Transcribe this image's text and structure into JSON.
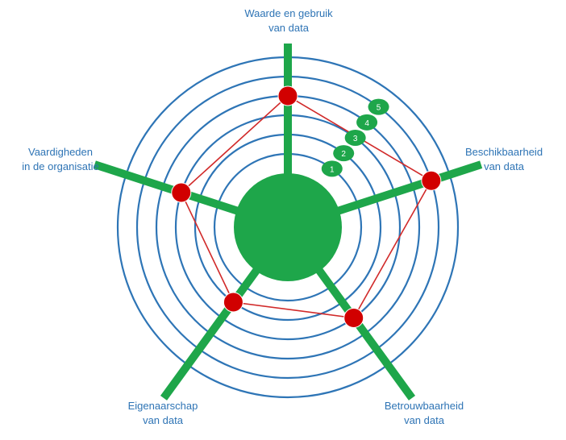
{
  "chart_data": {
    "type": "radar",
    "axes": [
      {
        "line1": "Waarde en gebruik",
        "line2": "van data"
      },
      {
        "line1": "Beschikbaarheid",
        "line2": "van data"
      },
      {
        "line1": "Betrouwbaarheid",
        "line2": "van data"
      },
      {
        "line1": "Eigenaarschap",
        "line2": "van data"
      },
      {
        "line1": "Vaardigheden",
        "line2": "in de organisatie"
      }
    ],
    "scale": [
      "1",
      "2",
      "3",
      "4",
      "5"
    ],
    "rlim": [
      0,
      5
    ],
    "values": [
      4,
      5,
      3,
      2,
      3
    ],
    "colors": {
      "rings": "#2E75B6",
      "spokes": "#1EA64A",
      "center": "#1EA64A",
      "scale_badge": "#1EA64A",
      "polygon": "#D12A2A",
      "points": "#D10000",
      "labels": "#2E74B5"
    }
  }
}
